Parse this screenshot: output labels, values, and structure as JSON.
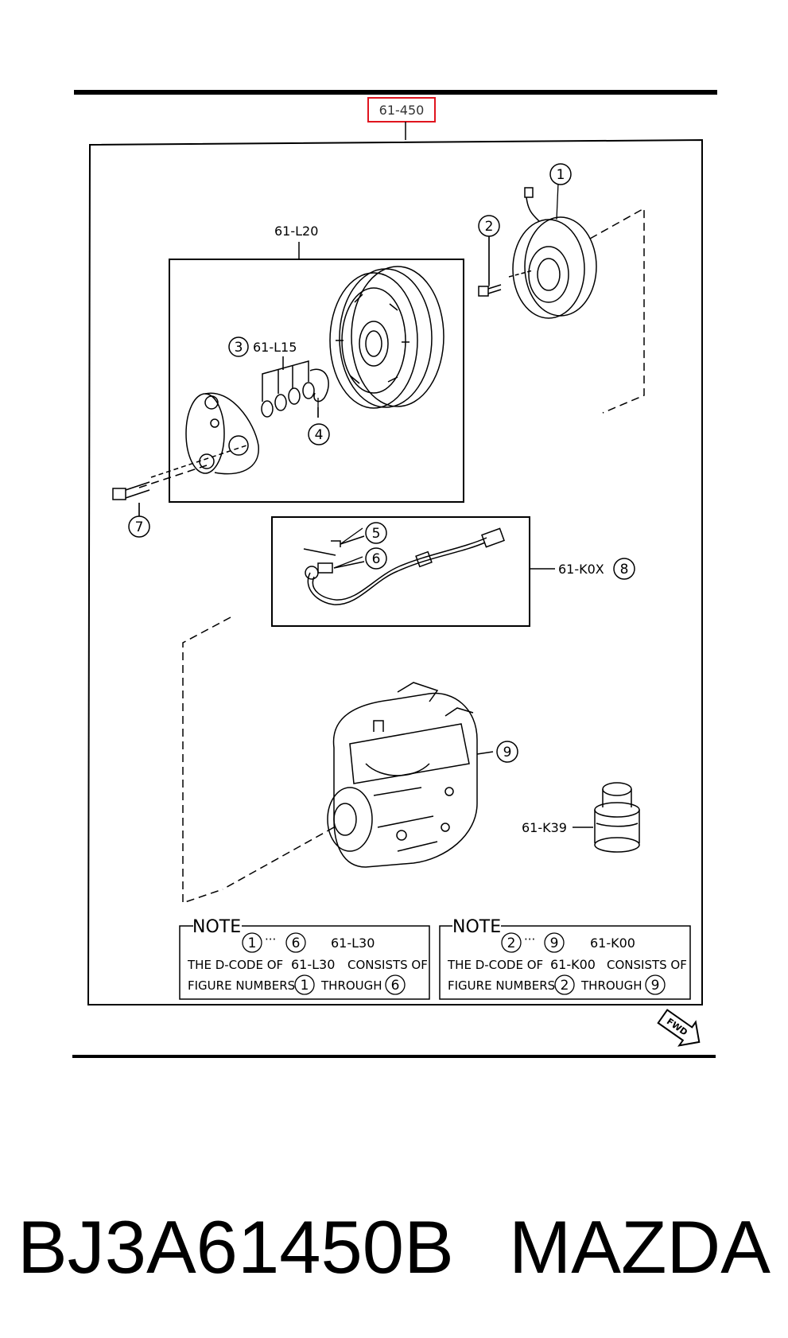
{
  "diagram": {
    "section_code": "61-450",
    "highlight_color": "#e0141e",
    "assemblies": {
      "pulley_group": "61-L20",
      "shim_group": "61-L15",
      "harness": "61-K0X",
      "cap": "61-K39"
    },
    "callouts": [
      "1",
      "2",
      "3",
      "4",
      "5",
      "6",
      "7",
      "8",
      "9"
    ],
    "notes": [
      {
        "heading": "NOTE",
        "range_from": "1",
        "range_sep": "···",
        "range_to": "6",
        "code": "61-L30",
        "line1_prefix": "THE D-CODE OF",
        "line1_code": "61-L30",
        "line1_suffix": "CONSISTS OF",
        "line2_prefix": "FIGURE NUMBERS",
        "line2_from": "1",
        "line2_mid": "THROUGH",
        "line2_to": "6"
      },
      {
        "heading": "NOTE",
        "range_from": "2",
        "range_sep": "···",
        "range_to": "9",
        "code": "61-K00",
        "line1_prefix": "THE D-CODE OF",
        "line1_code": "61-K00",
        "line1_suffix": "CONSISTS OF",
        "line2_prefix": "FIGURE NUMBERS",
        "line2_from": "2",
        "line2_mid": "THROUGH",
        "line2_to": "9"
      }
    ],
    "fwd_label": "FWD"
  },
  "caption": {
    "part_number": "BJ3A61450B",
    "brand": "MAZDA"
  }
}
